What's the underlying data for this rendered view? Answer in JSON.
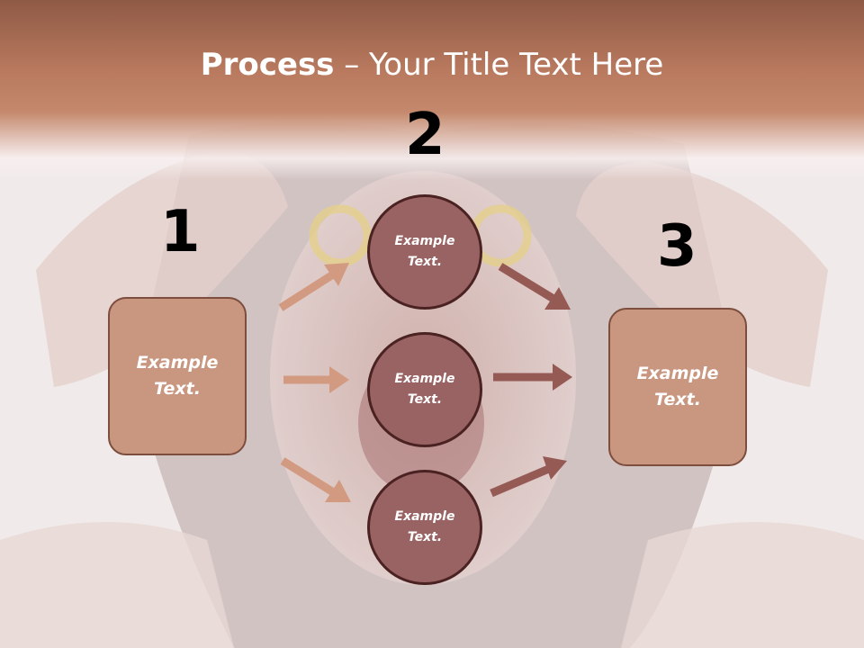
{
  "colors": {
    "header": "#b97a5f",
    "box_fill": "#c99680",
    "box_border": "#7d4e3e",
    "circle_fill": "#9a6363",
    "circle_border": "#4a2222",
    "arrow_left": "#d29a80",
    "arrow_right": "#965a55"
  },
  "title": {
    "bold": "Process",
    "rest": " – Your Title Text Here"
  },
  "steps": {
    "left": {
      "number": "1",
      "text": "Example\nText."
    },
    "middle": {
      "number": "2",
      "items": [
        "Example\nText.",
        "Example\nText.",
        "Example\nText."
      ]
    },
    "right": {
      "number": "3",
      "text": "Example\nText."
    }
  }
}
